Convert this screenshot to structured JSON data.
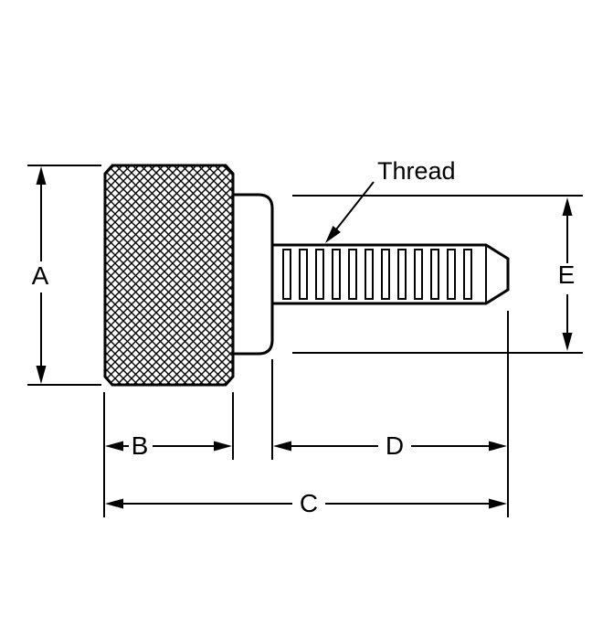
{
  "page": {
    "background": "#ffffff",
    "line_color": "#000000"
  },
  "diagram": {
    "type": "technical-drawing",
    "labels": {
      "dim_a": "A",
      "dim_b": "B",
      "dim_c": "C",
      "dim_d": "D",
      "dim_e": "E",
      "thread_callout": "Thread"
    }
  }
}
